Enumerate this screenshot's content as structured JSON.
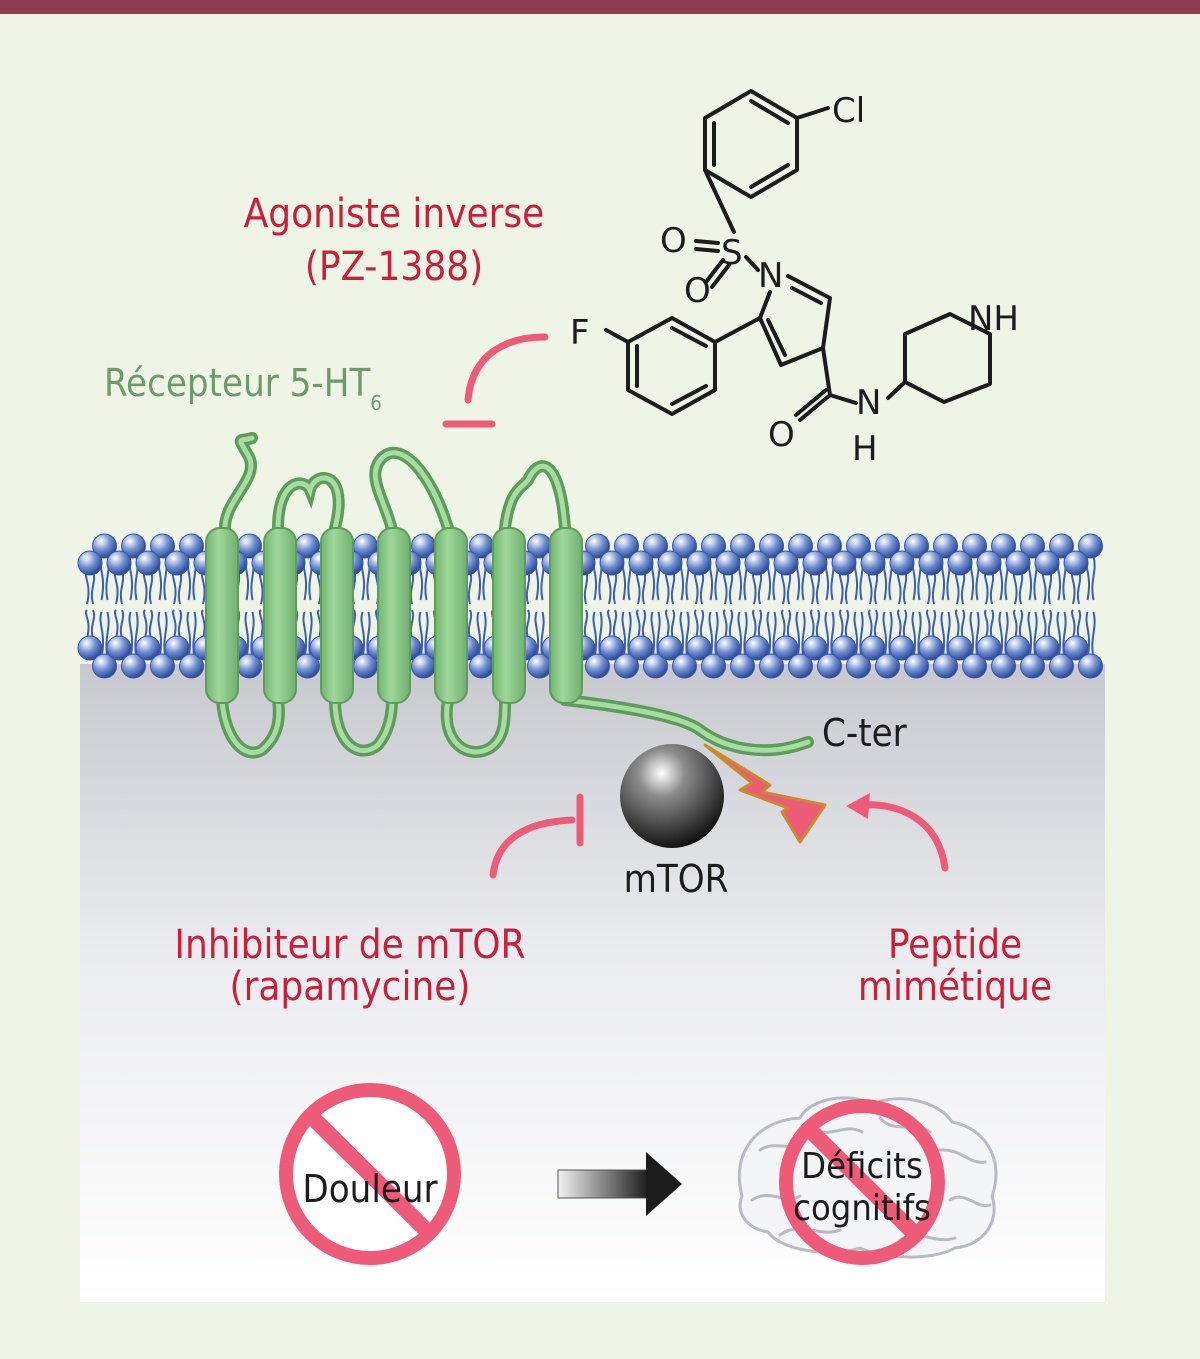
{
  "labels": {
    "inverse_agonist_line1": "Agoniste inverse",
    "inverse_agonist_line2": "(PZ-1388)",
    "receptor": "Récepteur 5-HT",
    "receptor_subscript": "6",
    "c_ter": "C-ter",
    "mtor": "mTOR",
    "inhibitor_line1": "Inhibiteur de mTOR",
    "inhibitor_line2": "(rapamycine)",
    "peptide_line1": "Peptide",
    "peptide_line2": "mimétique",
    "pain": "Douleur",
    "deficits_line1": "Déficits",
    "deficits_line2": "cognitifs"
  },
  "chemical_atoms": {
    "cl": "Cl",
    "o_top": "O",
    "s": "S",
    "o_bottom": "O",
    "n_ring": "N",
    "f": "F",
    "nh": "NH",
    "o_amide": "O",
    "n_amide": "N",
    "h_amide": "H"
  },
  "colors": {
    "background": "#eef5e6",
    "top_bar": "#8c3e4e",
    "red_label": "#c8203a",
    "pink_symbol": "#ee5b78",
    "receptor_green": "#8fcb8a",
    "lipid_blue": "#4d6bbd"
  }
}
